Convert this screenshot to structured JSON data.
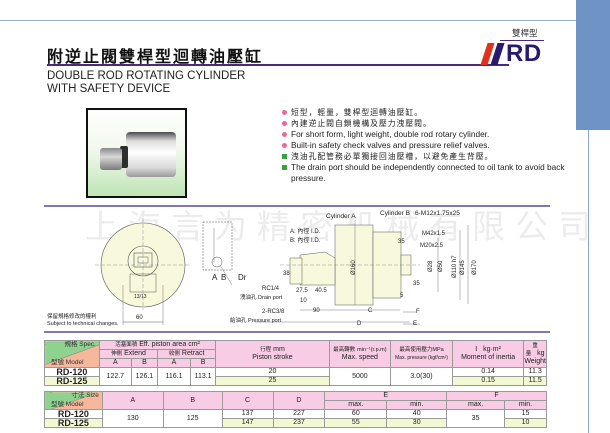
{
  "header": {
    "title_cn": "附逆止閥雙桿型迴轉油壓缸",
    "title_en_line1": "DOUBLE ROD ROTATING  CYLINDER",
    "title_en_line2": "WITH SAFETY DEVICE",
    "series_cn": "雙桿型",
    "series_code": "RD"
  },
  "features": [
    {
      "type": "dot",
      "lang": "cn",
      "text": "短型，輕量，雙桿型迴轉油壓缸。"
    },
    {
      "type": "dot",
      "lang": "cn",
      "text": "內建逆止閥自鎖機構及壓力洩壓閥。"
    },
    {
      "type": "dot",
      "lang": "en",
      "text": "For short form, light weight, double rod rotary cylinder."
    },
    {
      "type": "dot",
      "lang": "en",
      "text": "Built-in safety check valves and pressure relief valves."
    },
    {
      "type": "square",
      "lang": "cn",
      "text": "洩油孔配管務必單獨接回油壓槽，以避免產生背壓。"
    },
    {
      "type": "square",
      "lang": "en",
      "text": "The drain port should be independently connected to oil tank to avoid back pressure."
    }
  ],
  "watermark": "上海言为精密机械有限公司",
  "drawing": {
    "front_view": {
      "dim_width": "60",
      "dim_inner": "13/13"
    },
    "port_detail": {
      "label_a": "A",
      "label_b": "B",
      "label_dr": "Dr"
    },
    "side_view": {
      "cylinder_a": "Cylinder A",
      "cylinder_b": "Cylinder B",
      "bolt_spec": "6-M12x1.75x25",
      "a_id": "A: 內徑  I.D.",
      "b_id": "B: 內徑  I.D.",
      "thread1": "M42x1.5",
      "thread2": "M20x2.5",
      "dim_35a": "35",
      "dim_35b": "35",
      "dim_5": "5",
      "dim_38": "38",
      "dia_160": "Ø160",
      "dia_28": "Ø28",
      "dia_50": "Ø50",
      "dia_110": "Ø110 h7",
      "dia_145": "Ø145",
      "dia_170": "Ø170",
      "rc14": "RC1/4",
      "drain_port": "洩油孔 Drain port",
      "rc38": "2-RC3/8",
      "pressure_port": "給油孔 Pressure port",
      "dim_275": "27.5",
      "dim_405": "40.5",
      "dim_10": "10",
      "dim_90": "90",
      "dim_c": "C",
      "dim_d": "D",
      "dim_e": "E",
      "dim_f": "F"
    }
  },
  "note": {
    "cn": "保留規格修改的權利",
    "en": "Subject to technical changes."
  },
  "spec_table": {
    "corner_top": "規格 Spec.",
    "corner_bottom": "型號 Model",
    "eff_area_cn": "活塞面積",
    "eff_area_en": "Eff. piston area",
    "eff_area_unit": "cm²",
    "extend_cn": "伸側",
    "extend_en": "Extend",
    "retract_cn": "收側",
    "retract_en": "Retract",
    "col_a": "A",
    "col_b": "B",
    "stroke_cn": "行程",
    "stroke_unit": "mm",
    "stroke_en": "Piston stroke",
    "speed_cn": "最高轉數",
    "speed_unit": "min⁻¹(r.p.m)",
    "speed_en": "Max. speed",
    "pressure_cn": "最高使用壓力",
    "pressure_unit": "MPa",
    "pressure_en": "Max. pressure (kgf/cm²)",
    "inertia_sym": "I",
    "inertia_unit": "kg·m²",
    "inertia_en": "Moment of inertia",
    "weight_cn": "重量",
    "weight_unit": "kg",
    "weight_en": "Weight",
    "rows": [
      {
        "model": "RD-120",
        "ext_a": "122.7",
        "ext_b": "126.1",
        "ret_a": "116.1",
        "ret_b": "113.1",
        "stroke": "20",
        "speed": "5000",
        "pressure": "3.0(30)",
        "inertia": "0.14",
        "weight": "11.3"
      },
      {
        "model": "RD-125",
        "stroke": "25",
        "inertia": "0.15",
        "weight": "11.5"
      }
    ]
  },
  "size_table": {
    "corner_top": "寸法 Size",
    "corner_bottom": "型號 Model",
    "headers": [
      "A",
      "B",
      "C",
      "D",
      "E",
      "F"
    ],
    "sub_max": "max.",
    "sub_min": "min.",
    "rows": [
      {
        "model": "RD-120",
        "a": "130",
        "b": "125",
        "c": "137",
        "d": "227",
        "e_max": "60",
        "e_min": "40",
        "f_max": "35",
        "f_min": "15"
      },
      {
        "model": "RD-125",
        "c": "147",
        "d": "237",
        "e_max": "55",
        "e_min": "30",
        "f_min": "10"
      }
    ]
  }
}
